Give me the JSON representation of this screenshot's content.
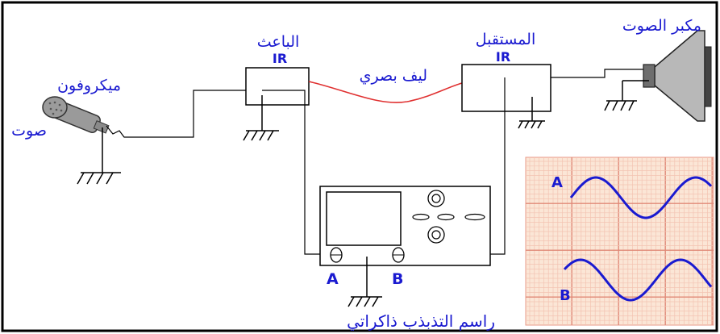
{
  "labels": {
    "microphone": "ميكروفون",
    "sound_input": "صوت",
    "transmitter": "الباعث",
    "transmitter_tag": "IR",
    "fiber": "ليف بصري",
    "receiver": "المستقبل",
    "receiver_tag": "IR",
    "speaker": "مكبر الصوت",
    "oscilloscope": "راسم التذبذب ذاكراتي",
    "channel_a": "A",
    "channel_b": "B",
    "trace_a": "A",
    "trace_b": "B"
  },
  "colors": {
    "frame": "#000000",
    "wire": "#000000",
    "fiber": "#e03030",
    "text": "#1a1ad0",
    "grid_bg": "#fbe6d6",
    "grid_line": "#f0b3a0",
    "wave": "#1a1ad0",
    "speaker_cone": "#b8b8b8"
  },
  "icons": {
    "microphone": "microphone-icon",
    "speaker": "speaker-icon",
    "ground": "ground-icon",
    "oscilloscope": "oscilloscope-icon"
  }
}
